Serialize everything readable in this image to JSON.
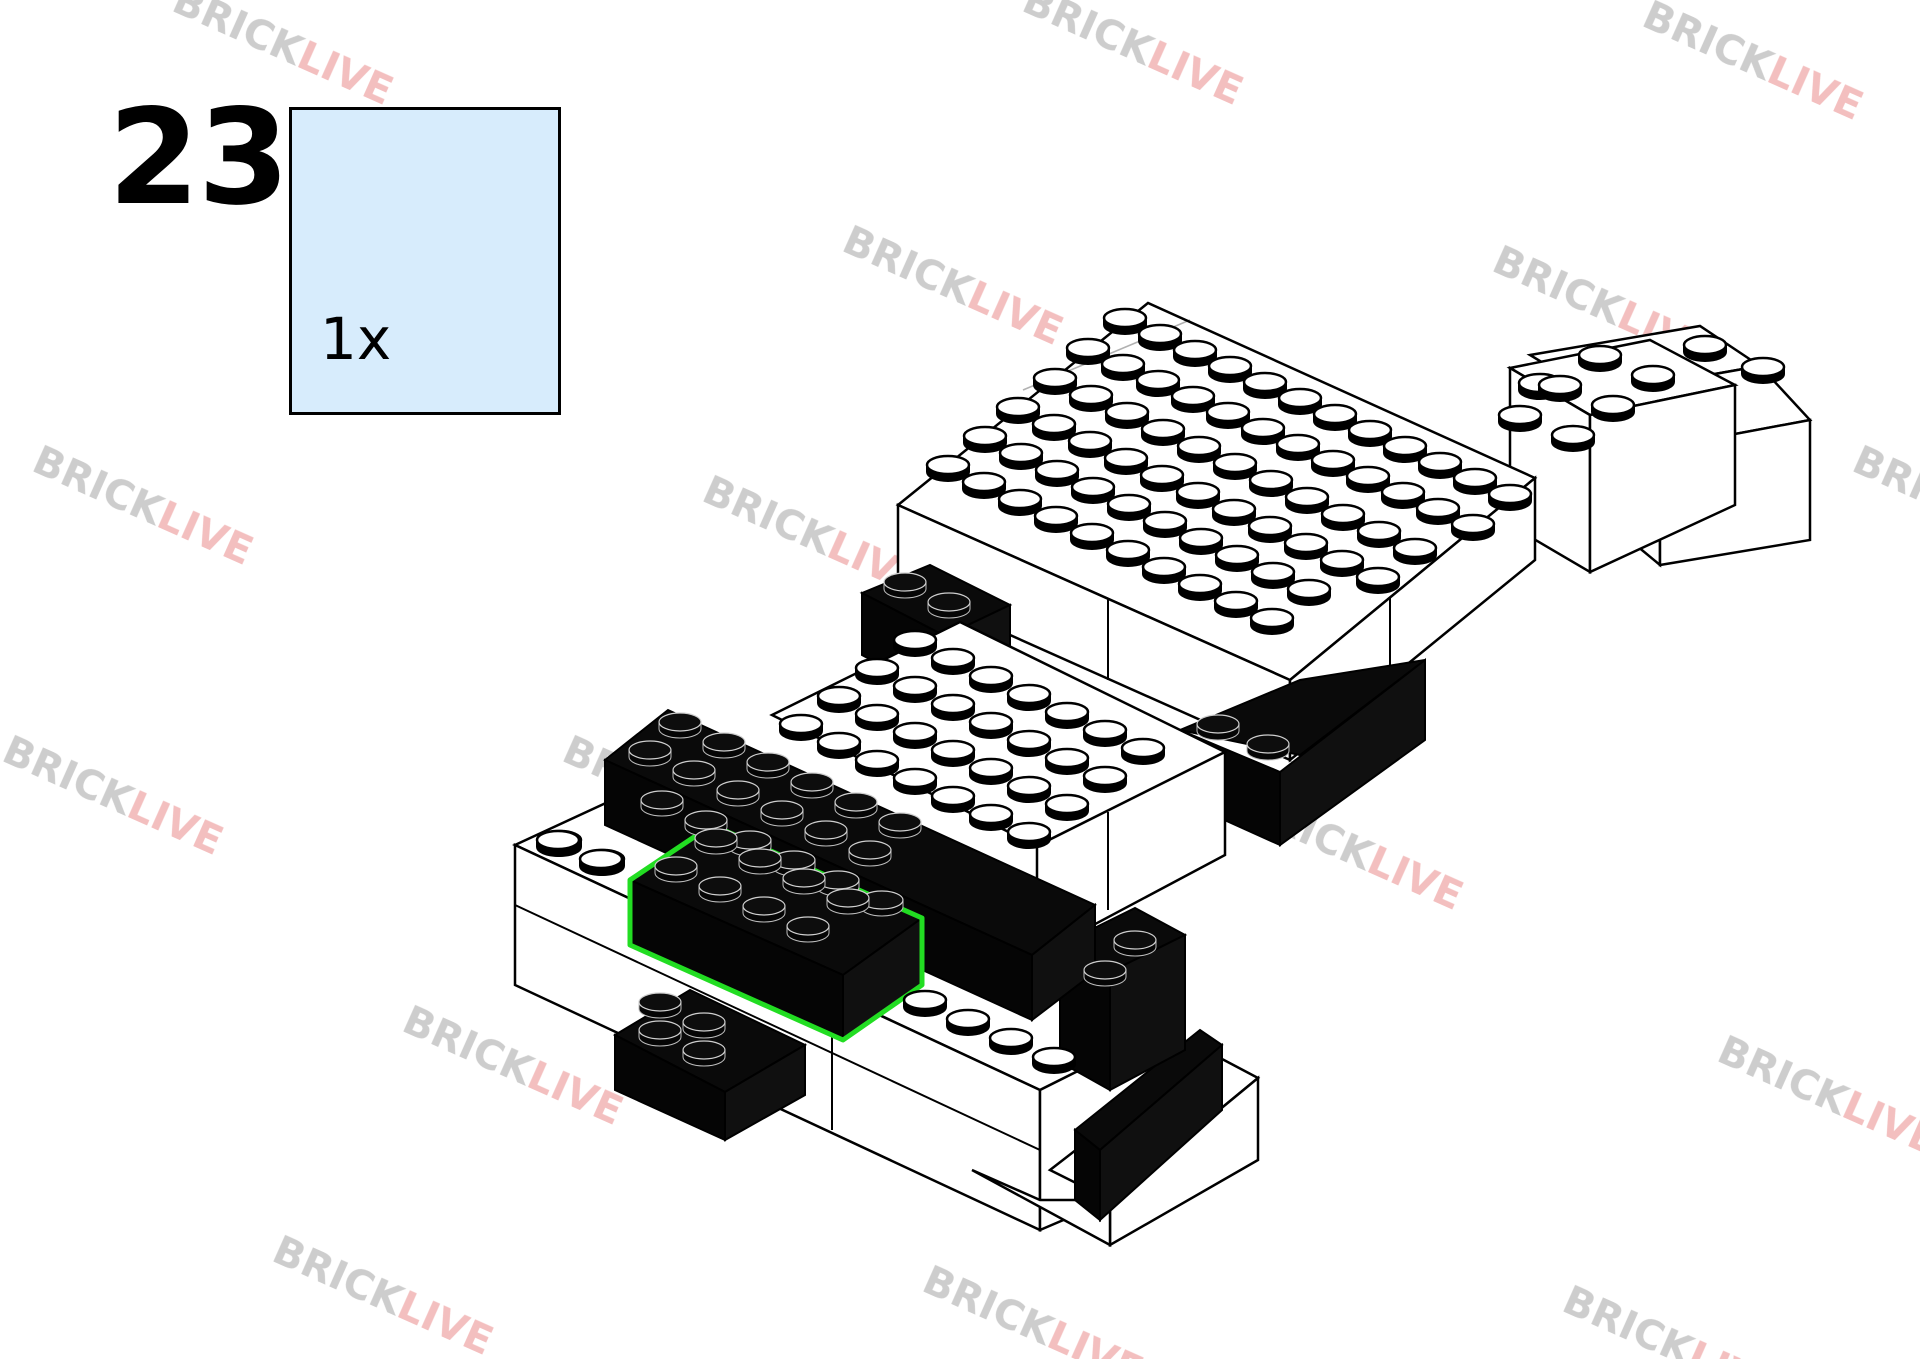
{
  "step": {
    "number": "23"
  },
  "parts": {
    "quantity": "1x",
    "part": "black-brick-2x4-icon"
  },
  "watermark": {
    "brand_left": "BRICK",
    "brand_right": "LIVE"
  },
  "colors": {
    "brick_black": "#0a0a0a",
    "brick_white": "#ffffff",
    "outline": "#000000",
    "highlight": "#22dd22",
    "parts_bg": "#d7ecfc",
    "watermark_gray": "#c8c8c8",
    "watermark_red": "#f2b8b8"
  }
}
